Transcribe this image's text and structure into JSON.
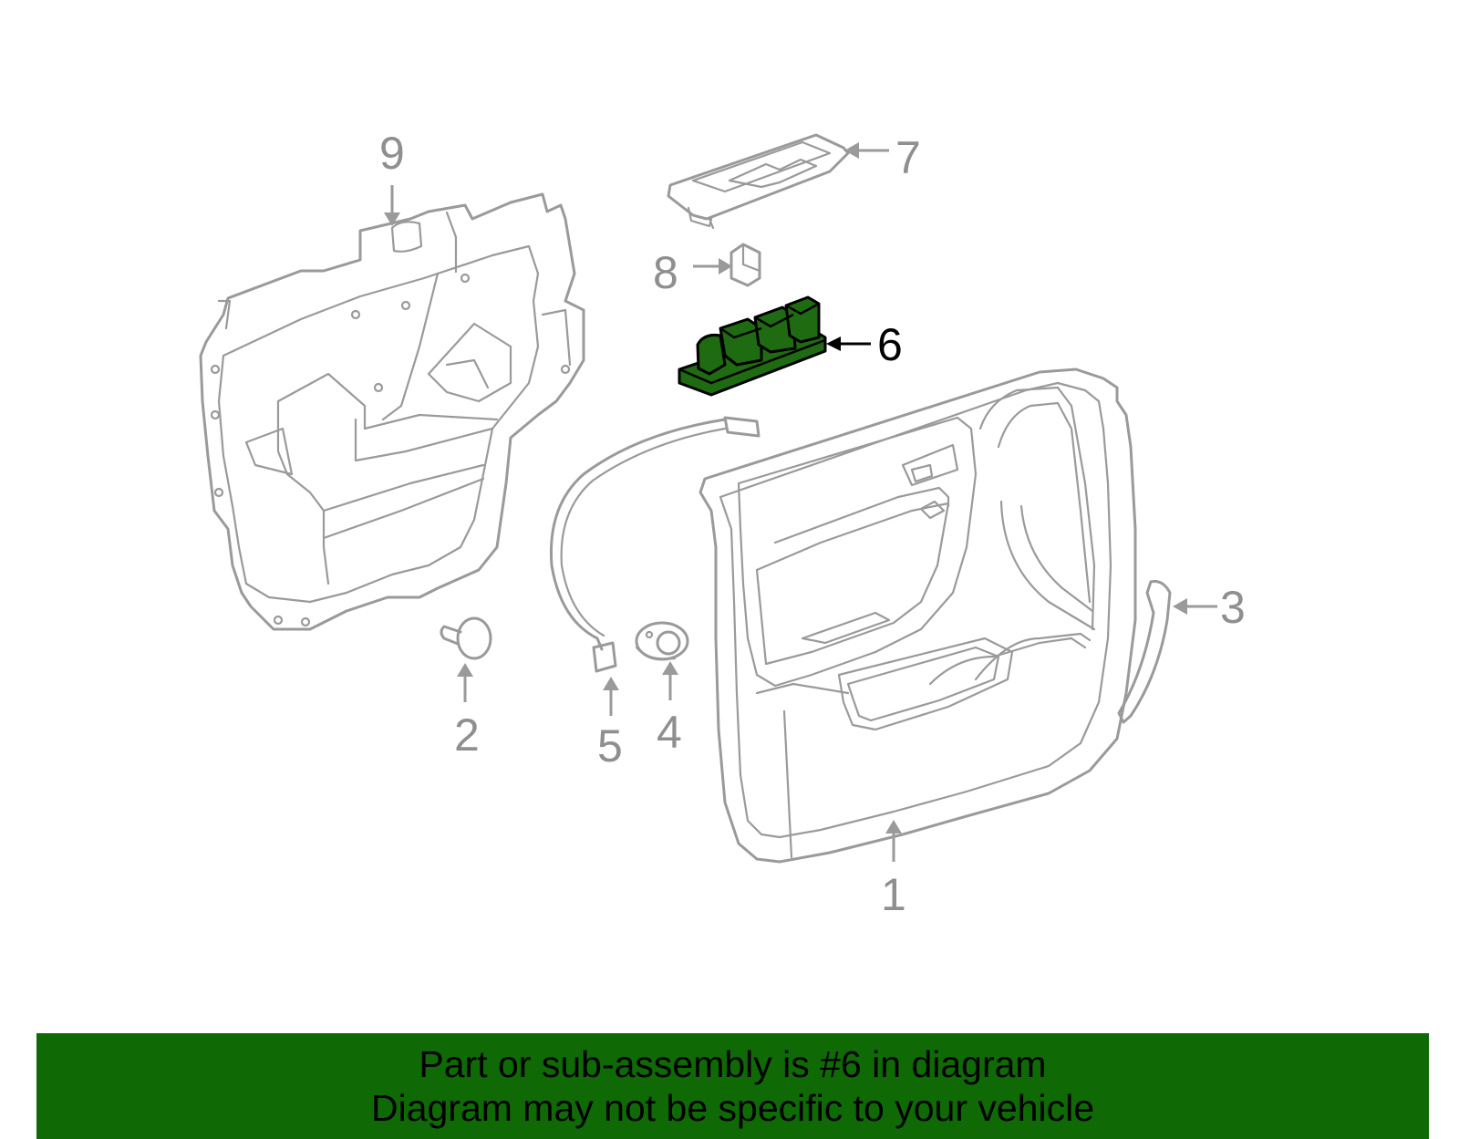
{
  "diagram": {
    "callouts": [
      {
        "id": "1",
        "label": "1"
      },
      {
        "id": "2",
        "label": "2"
      },
      {
        "id": "3",
        "label": "3"
      },
      {
        "id": "4",
        "label": "4"
      },
      {
        "id": "5",
        "label": "5"
      },
      {
        "id": "6",
        "label": "6"
      },
      {
        "id": "7",
        "label": "7"
      },
      {
        "id": "8",
        "label": "8"
      },
      {
        "id": "9",
        "label": "9"
      }
    ],
    "highlighted_part": "6",
    "highlight_color": "#1f6b12",
    "outline_color": "#9a9a9a"
  },
  "banner": {
    "line1": "Part or sub-assembly is #6 in diagram",
    "line2": "Diagram may not be specific to your vehicle",
    "background": "#0f6a06"
  }
}
